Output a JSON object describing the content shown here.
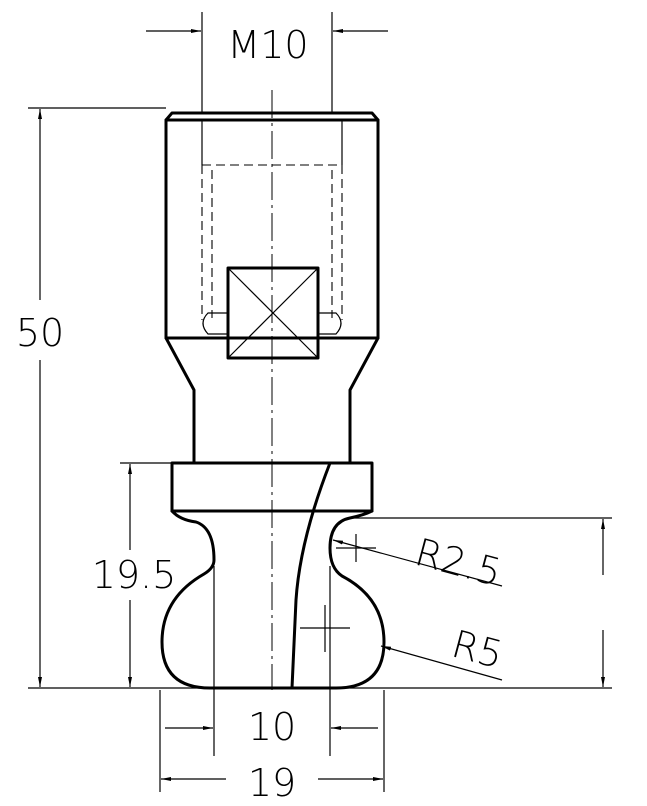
{
  "dimensions": {
    "thread": "M10",
    "overall_length": "50",
    "lower_height": "19.5",
    "neck_width": "10",
    "base_width": "19",
    "radius_small": "R2.5",
    "radius_large": "R5"
  }
}
